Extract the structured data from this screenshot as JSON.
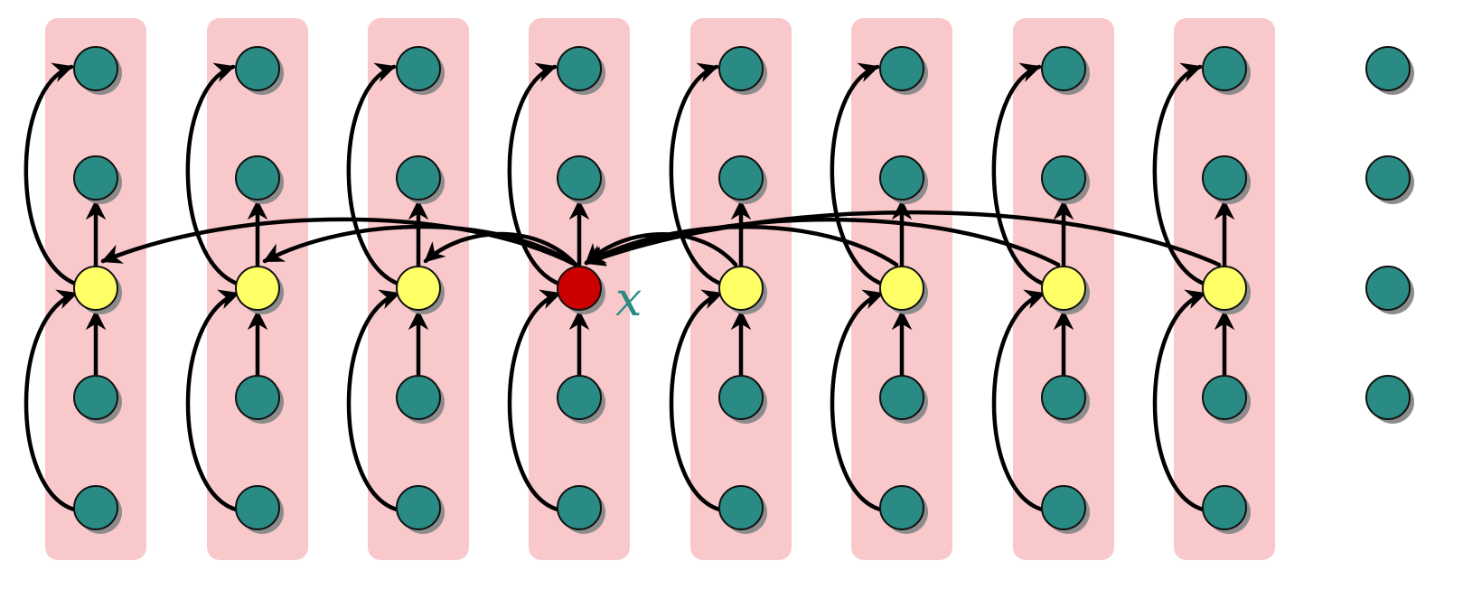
{
  "diagram": {
    "description_free": true,
    "columns": 8,
    "extra_column": true,
    "center_column_index": 3,
    "center_label": "x",
    "colors": {
      "column_fill": "#f9c8cb",
      "teal_node": "#2a8b85",
      "yellow_node": "#ffff66",
      "center_node": "#cc0000",
      "node_stroke": "#111111",
      "shadow": "#8c8c8c",
      "edge": "#000000",
      "label": "#2a8b85"
    }
  }
}
